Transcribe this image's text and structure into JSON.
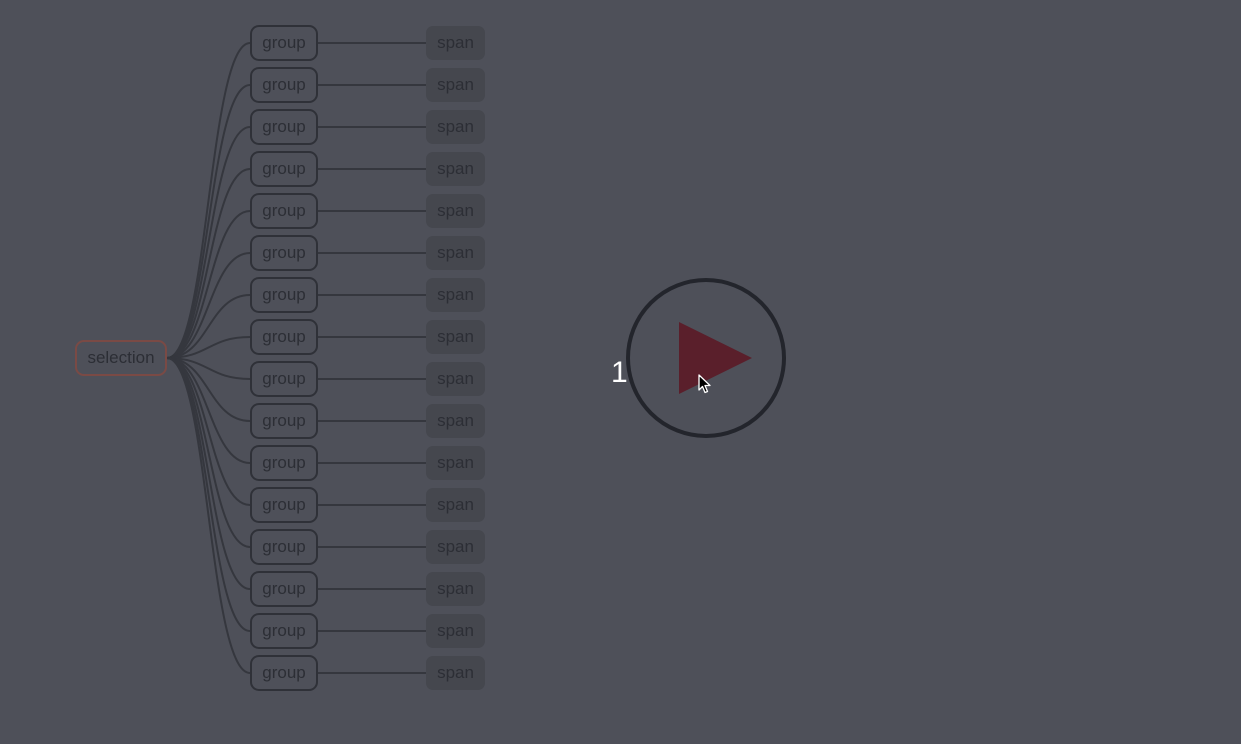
{
  "colors": {
    "background": "#4e5059",
    "link": "#35373e",
    "root_border": "#7a4a45",
    "group_border": "#2f3138",
    "span_fill": "#45474e",
    "label_text": "#2c2e35",
    "play_fill": "#5a1f2b",
    "play_ring": "#23252c",
    "counter_text": "#ffffff"
  },
  "tree": {
    "root": {
      "label": "selection"
    },
    "groups": [
      {
        "label": "group",
        "child": "span"
      },
      {
        "label": "group",
        "child": "span"
      },
      {
        "label": "group",
        "child": "span"
      },
      {
        "label": "group",
        "child": "span"
      },
      {
        "label": "group",
        "child": "span"
      },
      {
        "label": "group",
        "child": "span"
      },
      {
        "label": "group",
        "child": "span"
      },
      {
        "label": "group",
        "child": "span"
      },
      {
        "label": "group",
        "child": "span"
      },
      {
        "label": "group",
        "child": "span"
      },
      {
        "label": "group",
        "child": "span"
      },
      {
        "label": "group",
        "child": "span"
      },
      {
        "label": "group",
        "child": "span"
      },
      {
        "label": "group",
        "child": "span"
      },
      {
        "label": "group",
        "child": "span"
      },
      {
        "label": "group",
        "child": "span"
      }
    ]
  },
  "player": {
    "icon": "play-icon",
    "counter": "1",
    "cursor_icon": "mouse-pointer-icon"
  }
}
